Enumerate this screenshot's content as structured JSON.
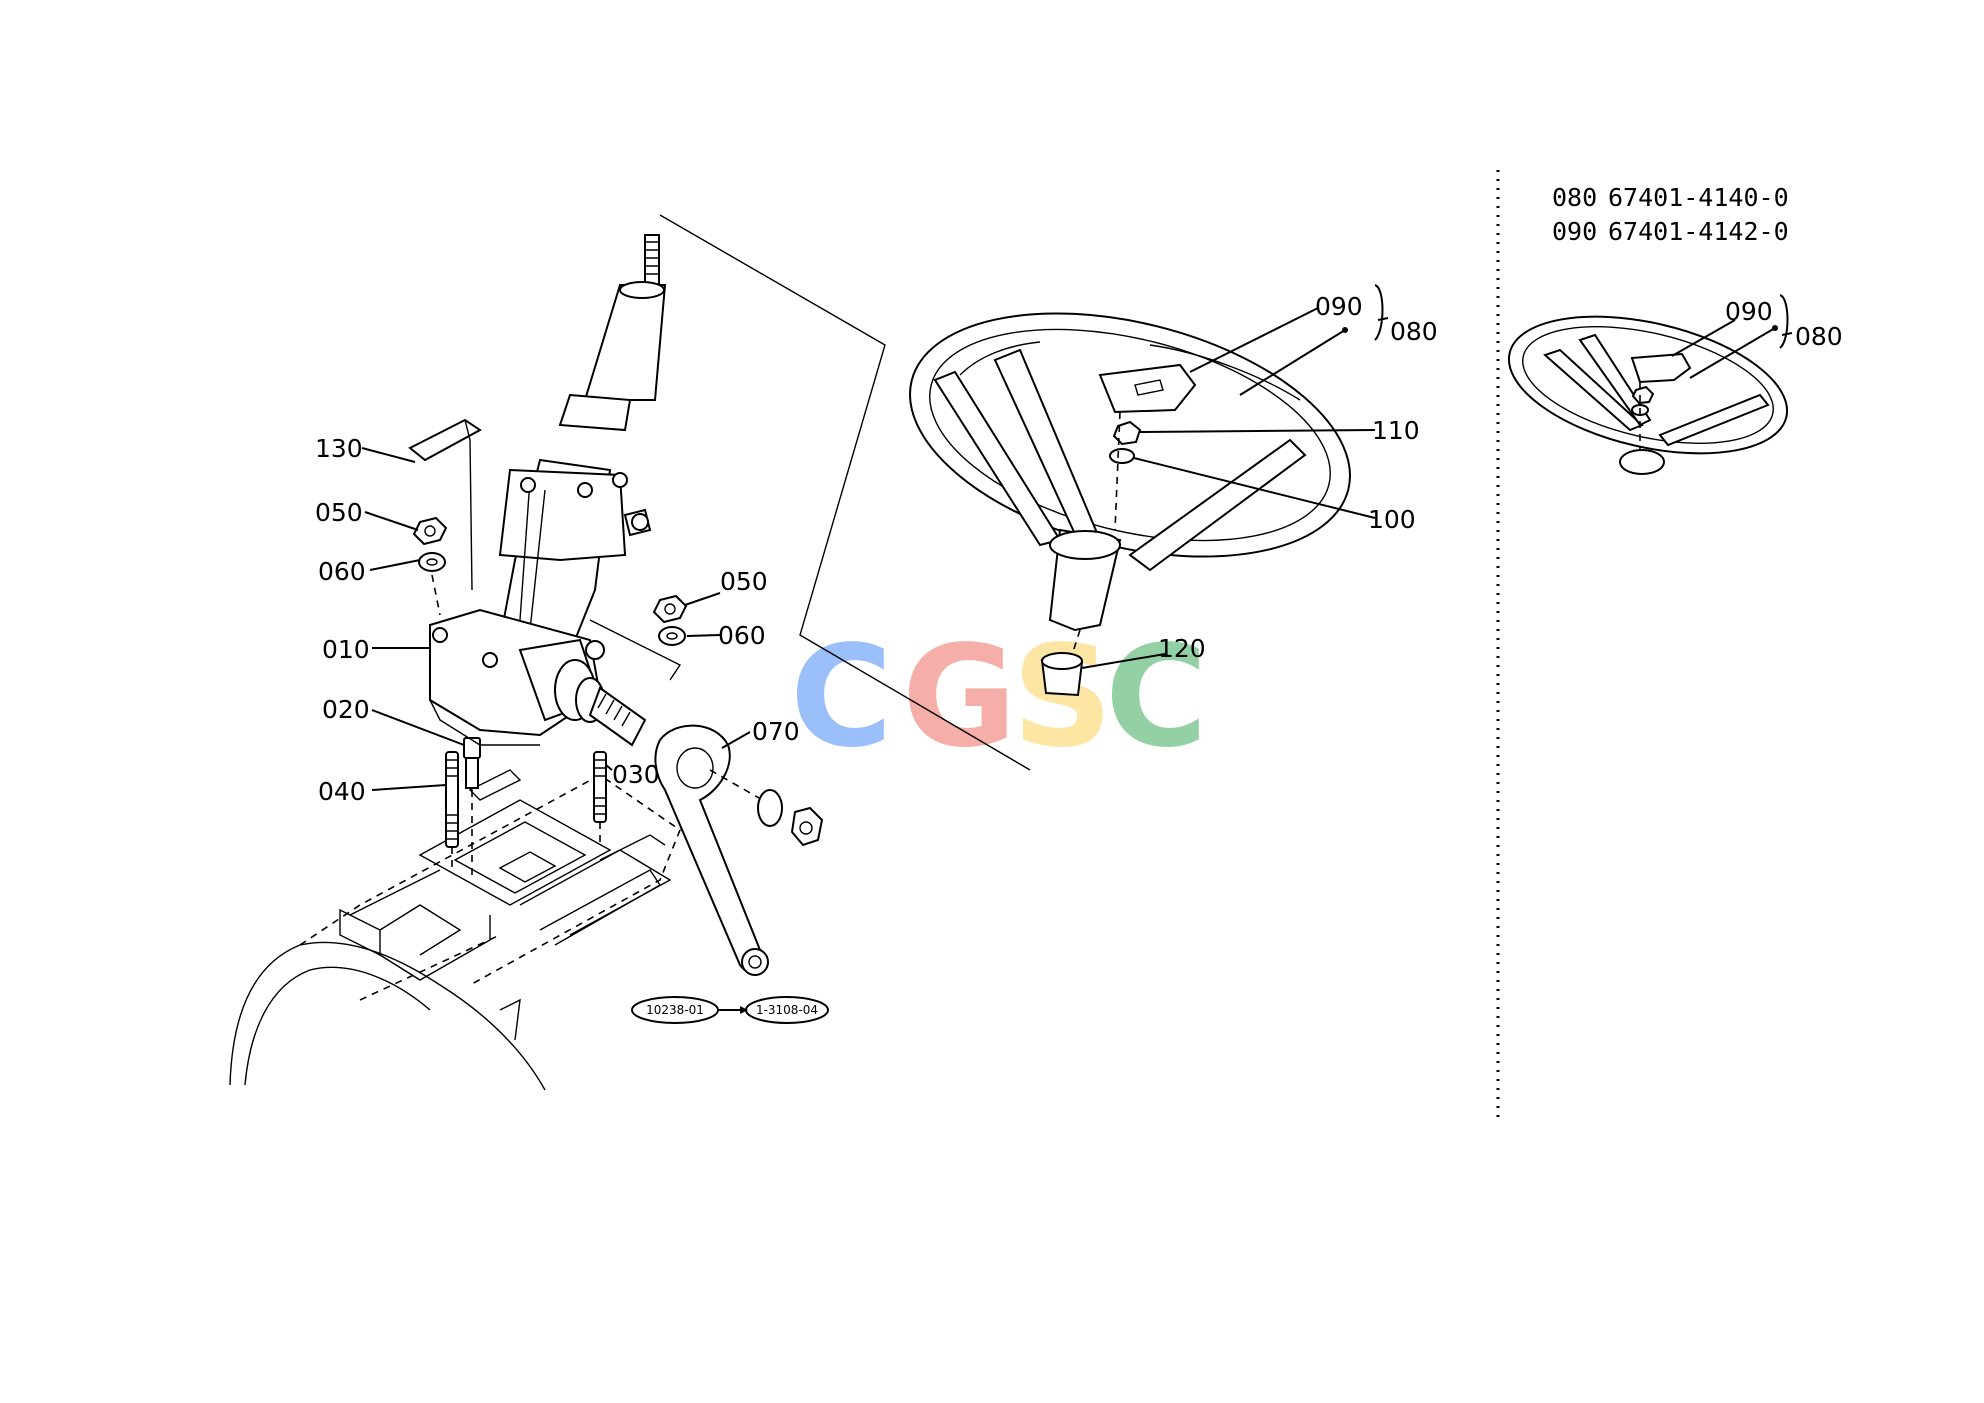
{
  "callouts": {
    "c130": "130",
    "c050a": "050",
    "c060a": "060",
    "c010": "010",
    "c020": "020",
    "c040": "040",
    "c030": "030",
    "c050b": "050",
    "c060b": "060",
    "c070": "070",
    "c120": "120",
    "c090": "090",
    "c080": "080",
    "c110": "110",
    "c100": "100"
  },
  "references": {
    "from": "10238-01",
    "to": "1-3108-04"
  },
  "inset": {
    "parts": [
      {
        "code": "080",
        "number": "67401-4140-0"
      },
      {
        "code": "090",
        "number": "67401-4142-0"
      }
    ],
    "c090": "090",
    "c080": "080"
  },
  "watermark": {
    "letters": [
      {
        "char": "C",
        "color": "#8ab4f8"
      },
      {
        "char": "G",
        "color": "#f4a09a"
      },
      {
        "char": "S",
        "color": "#fde293"
      },
      {
        "char": "C",
        "color": "#81c995"
      }
    ]
  }
}
